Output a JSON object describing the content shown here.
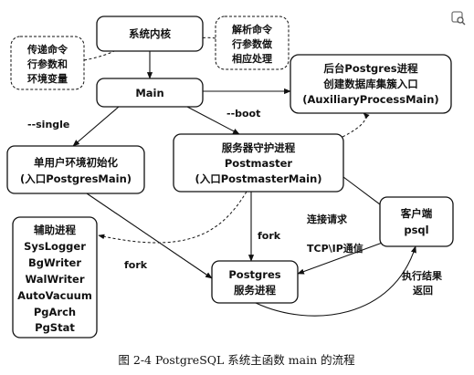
{
  "nodes": {
    "kernel": "系统内核",
    "main": "Main",
    "background": [
      "后台Postgres进程",
      "创建数据库集簇入口",
      "(AuxiliaryProcessMain)"
    ],
    "single_user": [
      "单用户环境初始化",
      "(入口PostgresMain)"
    ],
    "postmaster": [
      "服务器守护进程",
      "Postmaster",
      "(入口PostmasterMain)"
    ],
    "auxiliary": [
      "辅助进程",
      "SysLogger",
      "BgWriter",
      "WalWriter",
      "AutoVacuum",
      "PgArch",
      "PgStat"
    ],
    "postgres_service": [
      "Postgres",
      "服务进程"
    ],
    "client": [
      "客户端",
      "psql"
    ]
  },
  "notes": {
    "pass_args": [
      "传递命令",
      "行参数和",
      "环境变量"
    ],
    "parse_args": [
      "解析命令",
      "行参数做",
      "相应处理"
    ]
  },
  "edges": {
    "single": "--single",
    "boot": "--boot",
    "fork_service": "fork",
    "fork_aux": "fork",
    "connect": "连接请求",
    "tcpip": "TCP\\IP通信",
    "result": [
      "执行结果",
      "返回"
    ]
  },
  "caption": "图 2-4    PostgreSQL 系统主函数 main 的流程",
  "icon": "image-search-icon"
}
